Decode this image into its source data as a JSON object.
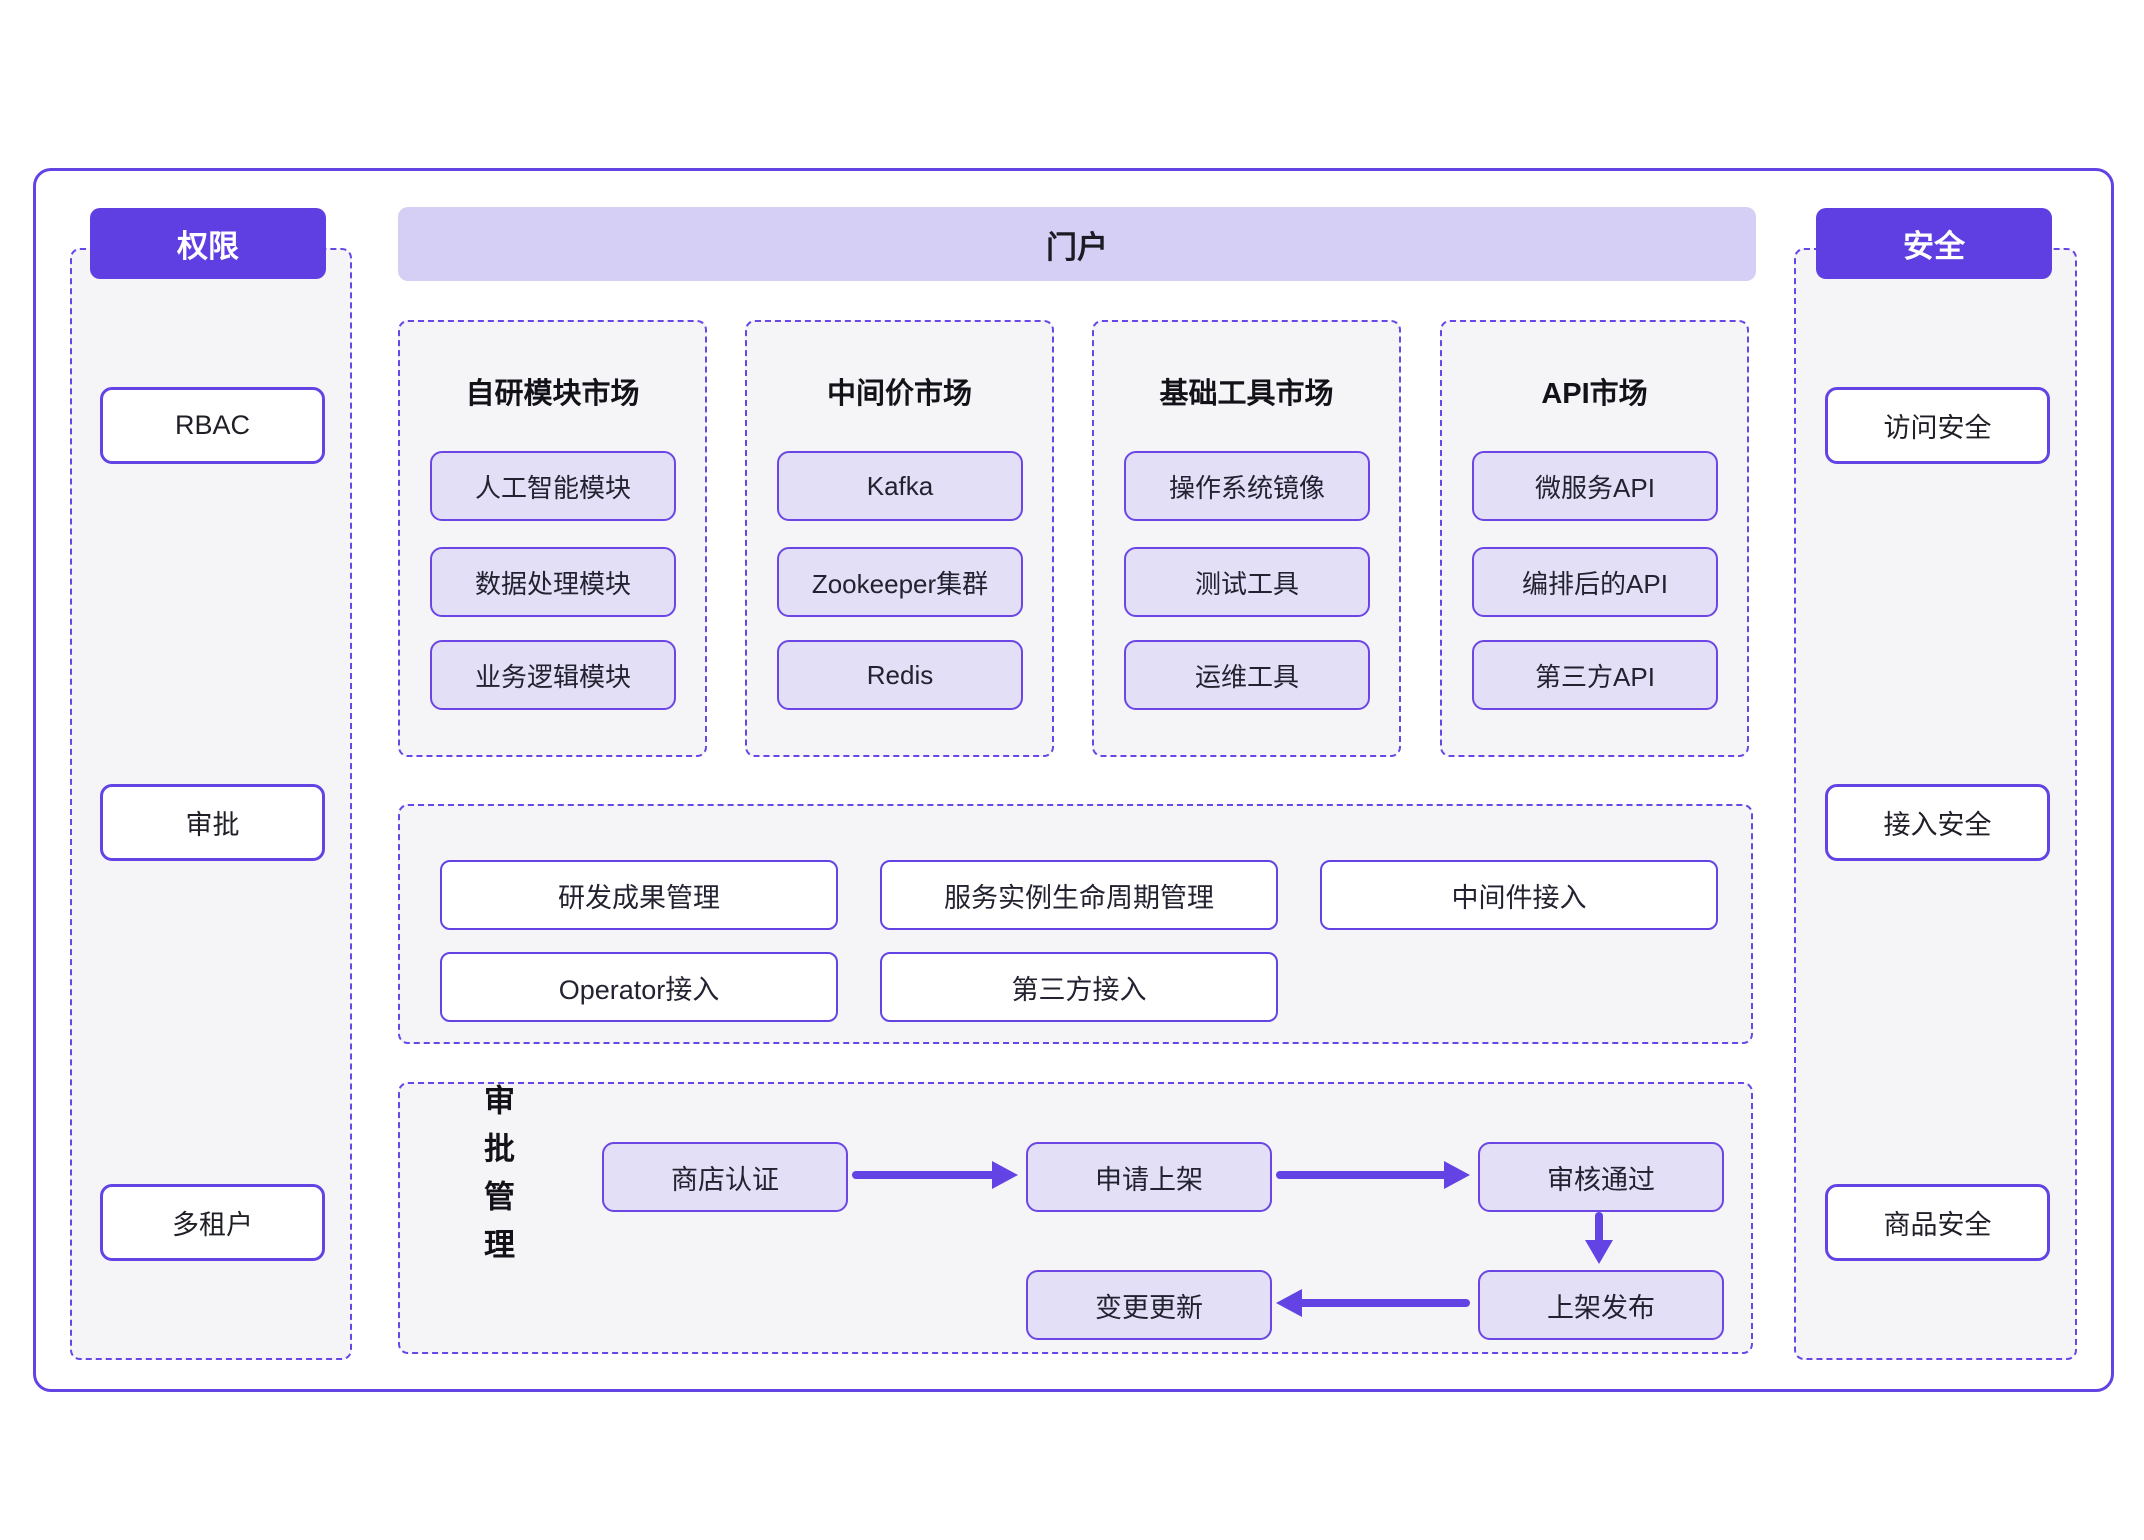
{
  "colors": {
    "accent": "#5F3EE2",
    "accent_border": "#6443E4",
    "portal_header_bg": "#D5CEF5",
    "item_fill": "#E3DFF6",
    "panel_bg": "#F5F5F8"
  },
  "left_pillar": {
    "header": "权限",
    "items": [
      "RBAC",
      "审批",
      "多租户"
    ]
  },
  "right_pillar": {
    "header": "安全",
    "items": [
      "访问安全",
      "接入安全",
      "商品安全"
    ]
  },
  "portal": {
    "header": "门户",
    "markets": [
      {
        "title": "自研模块市场",
        "items": [
          "人工智能模块",
          "数据处理模块",
          "业务逻辑模块"
        ]
      },
      {
        "title": "中间价市场",
        "items": [
          "Kafka",
          "Zookeeper集群",
          "Redis"
        ]
      },
      {
        "title": "基础工具市场",
        "items": [
          "操作系统镜像",
          "测试工具",
          "运维工具"
        ]
      },
      {
        "title": "API市场",
        "items": [
          "微服务API",
          "编排后的API",
          "第三方API"
        ]
      }
    ],
    "management": {
      "row1": [
        "研发成果管理",
        "服务实例生命周期管理",
        "中间件接入"
      ],
      "row2": [
        "Operator接入",
        "第三方接入"
      ]
    },
    "approval": {
      "label": "审批管理",
      "steps": [
        "商店认证",
        "申请上架",
        "审核通过",
        "上架发布",
        "变更更新"
      ]
    }
  }
}
